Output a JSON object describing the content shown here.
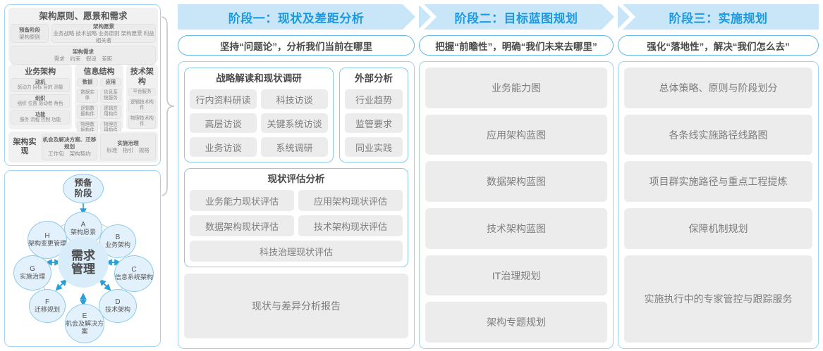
{
  "left_panel": {
    "framework": {
      "section_a": {
        "title": "架构原则、愿景和需求",
        "prep": {
          "line1": "预备阶段",
          "line2": "架构原则"
        },
        "vision": {
          "line1": "架构愿景",
          "line2": "业务战略 技术战略 业务原则 架构愿景 利益相关者"
        },
        "requirements": {
          "line1": "架构需求",
          "line2": "需求　约束　假设　差距"
        }
      },
      "columns": [
        {
          "title": "业务架构",
          "cells": [
            {
              "t1": "动机",
              "t2": "驱动力 目标 目的 测量"
            },
            {
              "t1": "组织",
              "t2": "组织 位置 驱动者 角色"
            },
            {
              "t1": "功能",
              "t2": "服务 流程 控制 功能"
            }
          ]
        },
        {
          "title": "信息结构",
          "left_cells": [
            {
              "t1": "数据",
              "t2": ""
            },
            {
              "t1": "",
              "t2": "数据实体"
            },
            {
              "t1": "",
              "t2": "逻辑数据构件"
            },
            {
              "t1": "",
              "t2": "物理数据构件"
            }
          ],
          "right_cells": [
            {
              "t1": "应用",
              "t2": ""
            },
            {
              "t1": "",
              "t2": "信息系统服务"
            },
            {
              "t1": "",
              "t2": "逻辑应用构件"
            },
            {
              "t1": "",
              "t2": "物理应用构件"
            }
          ]
        },
        {
          "title": "技术架构",
          "cells": [
            {
              "t1": "",
              "t2": "平台服务"
            },
            {
              "t1": "",
              "t2": "逻辑技术构件"
            },
            {
              "t1": "",
              "t2": "物理技术构件"
            }
          ]
        }
      ],
      "section_c": {
        "label": "架构实现",
        "opportunity": {
          "t1": "机会及解决方案、迁移规划",
          "t2": "工作包　架构契约"
        },
        "governance": {
          "t1": "实施治理",
          "t2": "标准　指引　规格"
        }
      }
    },
    "adm_cycle": {
      "center": {
        "line1": "需求",
        "line2": "管理"
      },
      "preliminary": {
        "line1": "预备",
        "line2": "阶段"
      },
      "nodes": [
        {
          "letter": "A",
          "name": "架构愿景"
        },
        {
          "letter": "B",
          "name": "业务架构"
        },
        {
          "letter": "C",
          "name": "信息系统架构"
        },
        {
          "letter": "D",
          "name": "技术架构"
        },
        {
          "letter": "E",
          "name": "机会及解决方案"
        },
        {
          "letter": "F",
          "name": "迁移规划"
        },
        {
          "letter": "G",
          "name": "实施治理"
        },
        {
          "letter": "H",
          "name": "架构变更管理"
        }
      ]
    }
  },
  "phases": [
    {
      "title": "阶段一：现状及差距分析",
      "subtitle": "坚持“问题论”，分析我们当前在哪里"
    },
    {
      "title": "阶段二：目标蓝图规划",
      "subtitle": "把握“前瞻性”，明确“我们未来去哪里”"
    },
    {
      "title": "阶段三：实施规划",
      "subtitle": "强化“落地性”，解决“我们怎么去”"
    }
  ],
  "phase1": {
    "research_card": {
      "title": "战略解读和现状调研",
      "rows": [
        [
          "行内资料研读",
          "科技访谈"
        ],
        [
          "高层访谈",
          "关键系统访谈"
        ],
        [
          "业务访谈",
          "系统调研"
        ]
      ]
    },
    "external_card": {
      "title": "外部分析",
      "items": [
        "行业趋势",
        "监管要求",
        "同业实践"
      ]
    },
    "assessment_card": {
      "title": "现状评估分析",
      "rows": [
        [
          "业务能力现状评估",
          "应用架构现状评估"
        ],
        [
          "数据架构现状评估",
          "技术架构现状评估"
        ]
      ],
      "full_row": "科技治理现状评估"
    },
    "report": "现状与差异分析报告"
  },
  "phase2": {
    "items": [
      "业务能力图",
      "应用架构蓝图",
      "数据架构蓝图",
      "技术架构蓝图",
      "IT治理规划",
      "架构专题规划"
    ]
  },
  "phase3": {
    "items": [
      "总体策略、原则与阶段划分",
      "各条线实施路径线路图",
      "项目群实施路径与重点工程提炼",
      "保障机制规划",
      "实施执行中的专家管控与跟踪服务"
    ]
  },
  "colors": {
    "accent_blue": "#1b9ae2",
    "band_blue": "#c9e6f8",
    "border_blue": "#9fd5ef",
    "node_fill": "#e2f1fb",
    "pill_gray": "#ececec"
  }
}
